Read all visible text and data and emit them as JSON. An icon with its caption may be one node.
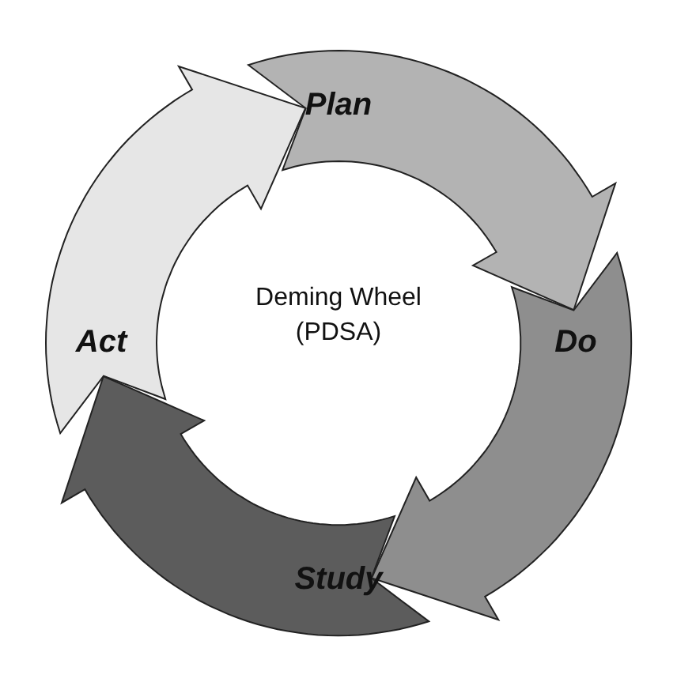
{
  "diagram": {
    "nodes": [
      {
        "text": [
          "Plan"
        ]
      },
      {
        "text": [
          "Do"
        ]
      },
      {
        "text": [
          "Study"
        ]
      },
      {
        "text": [
          "Act"
        ]
      }
    ],
    "labels": [
      "Deming Wheel (PDSA)"
    ]
  }
}
